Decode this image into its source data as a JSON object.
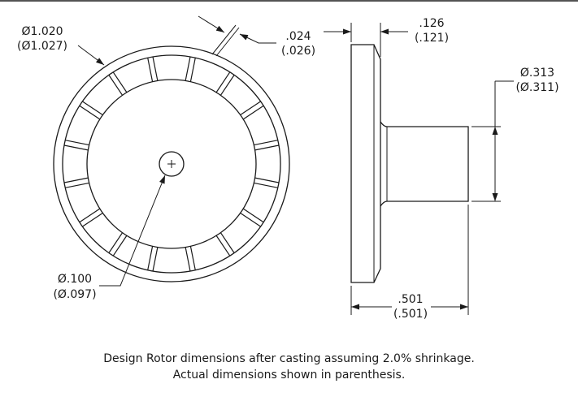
{
  "front_view": {
    "outer_diameter": {
      "design": "Ø1.020",
      "actual": "(Ø1.027)"
    },
    "hole_diameter": {
      "design": "Ø.100",
      "actual": "(Ø.097)"
    },
    "slot_width": {
      "design": ".024",
      "actual": "(.026)"
    },
    "slot_count": 16
  },
  "side_view": {
    "flange_thickness": {
      "design": ".126",
      "actual": "(.121)"
    },
    "hub_diameter": {
      "design": "Ø.313",
      "actual": "(Ø.311)"
    },
    "overall_length": {
      "design": ".501",
      "actual": "(.501)"
    }
  },
  "caption": {
    "line1": "Design Rotor dimensions after casting assuming 2.0% shrinkage.",
    "line2": "Actual dimensions shown in parenthesis."
  }
}
